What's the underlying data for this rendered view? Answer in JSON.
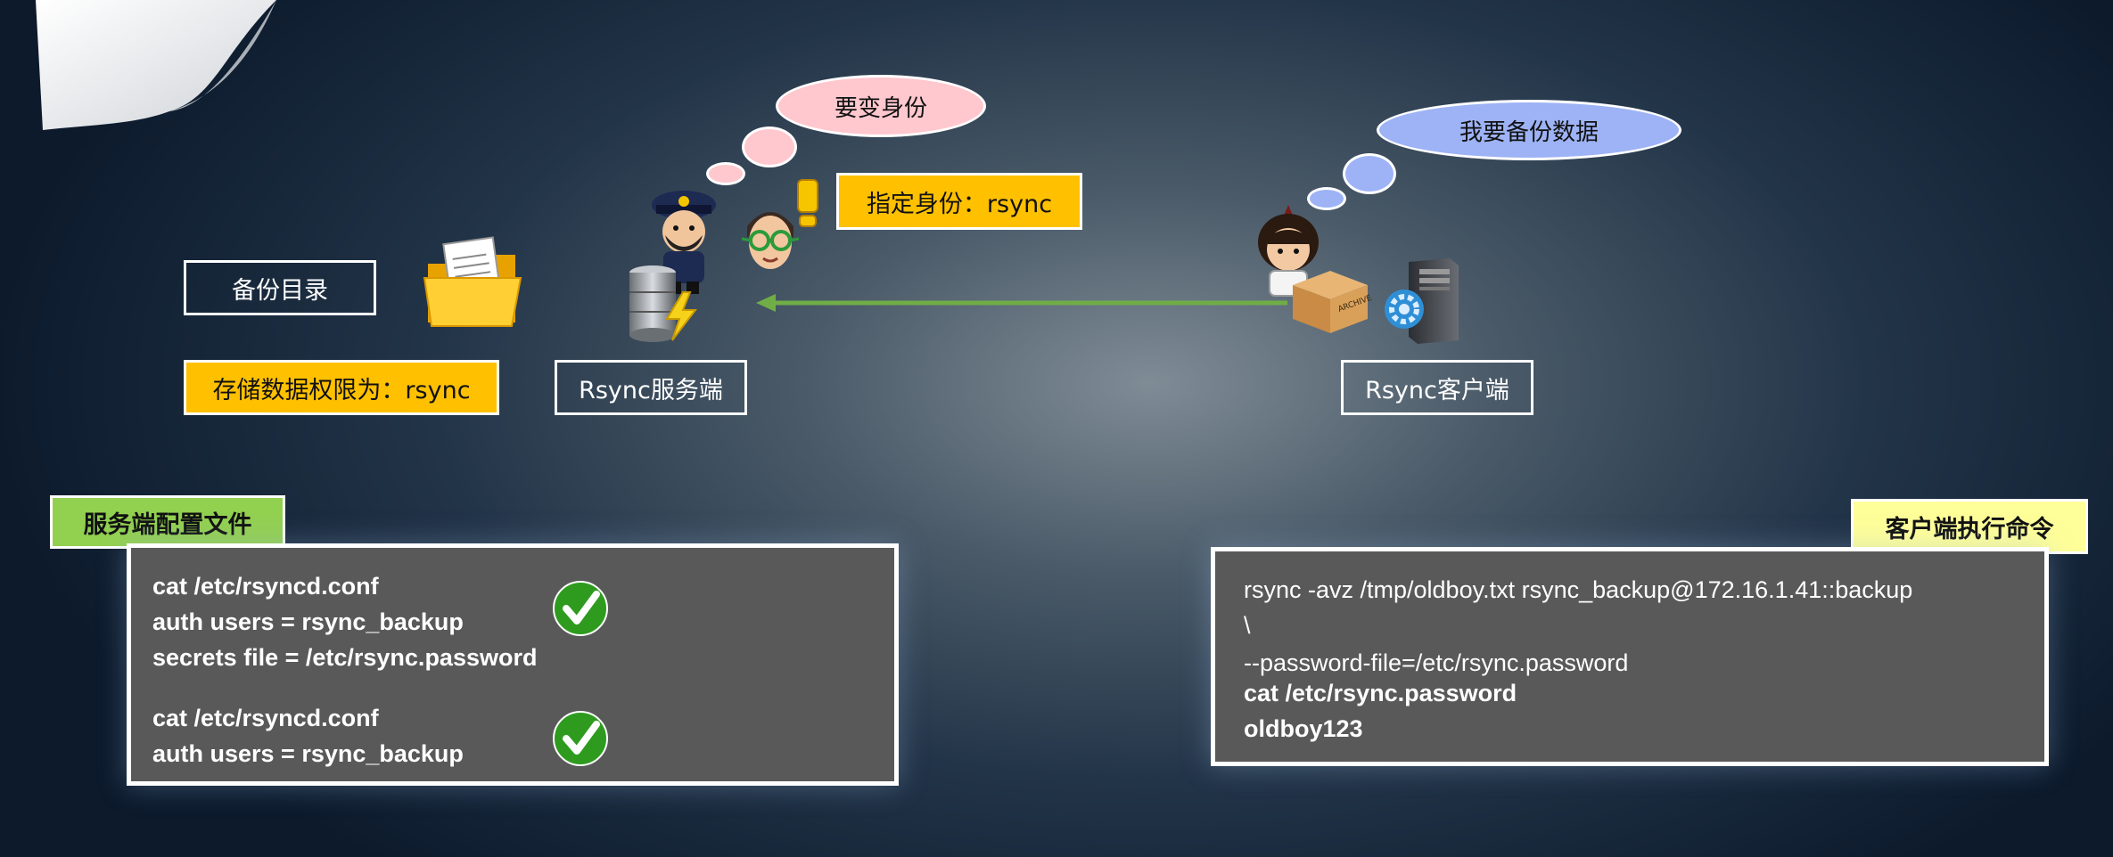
{
  "thought_bubble_server": "要变身份",
  "thought_bubble_client": "我要备份数据",
  "specify_identity_label": "指定身份：rsync",
  "backup_dir_label": "备份目录",
  "storage_permission_label": "存储数据权限为：rsync",
  "server_label": "Rsync服务端",
  "client_label": "Rsync客户端",
  "server_config_tag": "服务端配置文件",
  "client_cmd_tag": "客户端执行命令",
  "server_config": {
    "block1": [
      "cat /etc/rsyncd.conf",
      "auth users = rsync_backup",
      "secrets file = /etc/rsync.password"
    ],
    "block2": [
      "cat /etc/rsyncd.conf",
      "auth users = rsync_backup"
    ]
  },
  "client_cmd": {
    "line1": "rsync -avz  /tmp/oldboy.txt  rsync_backup@172.16.1.41::backup",
    "line2": "\\",
    "line3": "--password-file=/etc/rsync.password",
    "line4": "cat /etc/rsync.password",
    "line5": "oldboy123"
  },
  "colors": {
    "yellow": "#ffc000",
    "pink_bubble": "#ffc7ce",
    "blue_bubble": "#9db3f5",
    "green_tag": "#92d050",
    "light_yellow_tag": "#ffff99",
    "arrow_green": "#70ad47",
    "panel_gray": "#595959"
  },
  "icons": [
    "page-curl-icon",
    "folder-icon",
    "police-avatar-icon",
    "server-icon",
    "lightning-icon",
    "nerd-avatar-icon",
    "exclamation-icon",
    "kid-avatar-icon",
    "archive-box-icon",
    "computer-tower-icon",
    "gear-icon",
    "checkmark-icon"
  ]
}
